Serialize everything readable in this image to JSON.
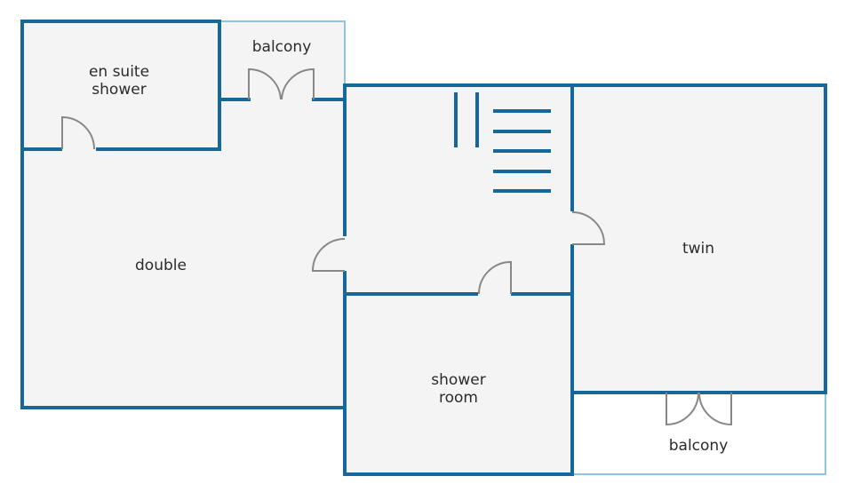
{
  "rooms": {
    "en_suite": {
      "line1": "en suite",
      "line2": "shower"
    },
    "balcony_top": {
      "label": "balcony"
    },
    "double": {
      "label": "double"
    },
    "twin": {
      "label": "twin"
    },
    "shower_room": {
      "line1": "shower",
      "line2": "room"
    },
    "balcony_bottom": {
      "label": "balcony"
    }
  },
  "colors": {
    "wall": "#17689a",
    "balcony_outline": "#8ec5e0",
    "floor": "#f4f4f4",
    "door": "#888888",
    "background": "#ffffff"
  }
}
